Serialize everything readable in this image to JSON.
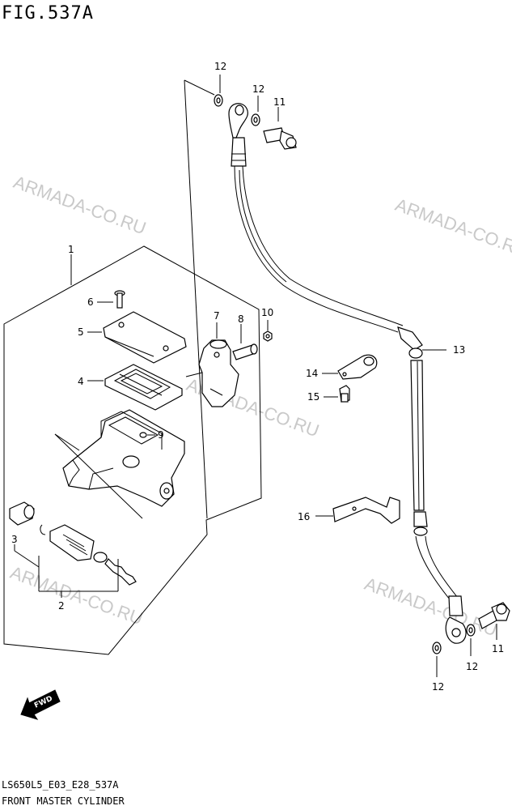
{
  "figure": {
    "title": "FIG.537A",
    "code": "LS650L5_E03_E28_537A",
    "name": "FRONT MASTER CYLINDER"
  },
  "watermark": "ARMADA-CO.RU",
  "watermark_color": "#c9c9c9",
  "direction_label": "FWD",
  "callouts": {
    "p1": "1",
    "p2": "2",
    "p3": "3",
    "p4": "4",
    "p5": "5",
    "p6": "6",
    "p7": "7",
    "p8": "8",
    "p9": "9",
    "p10": "10",
    "p11a": "11",
    "p11b": "11",
    "p12a": "12",
    "p12b": "12",
    "p12c": "12",
    "p12d": "12",
    "p13": "13",
    "p14": "14",
    "p15": "15",
    "p16": "16"
  }
}
